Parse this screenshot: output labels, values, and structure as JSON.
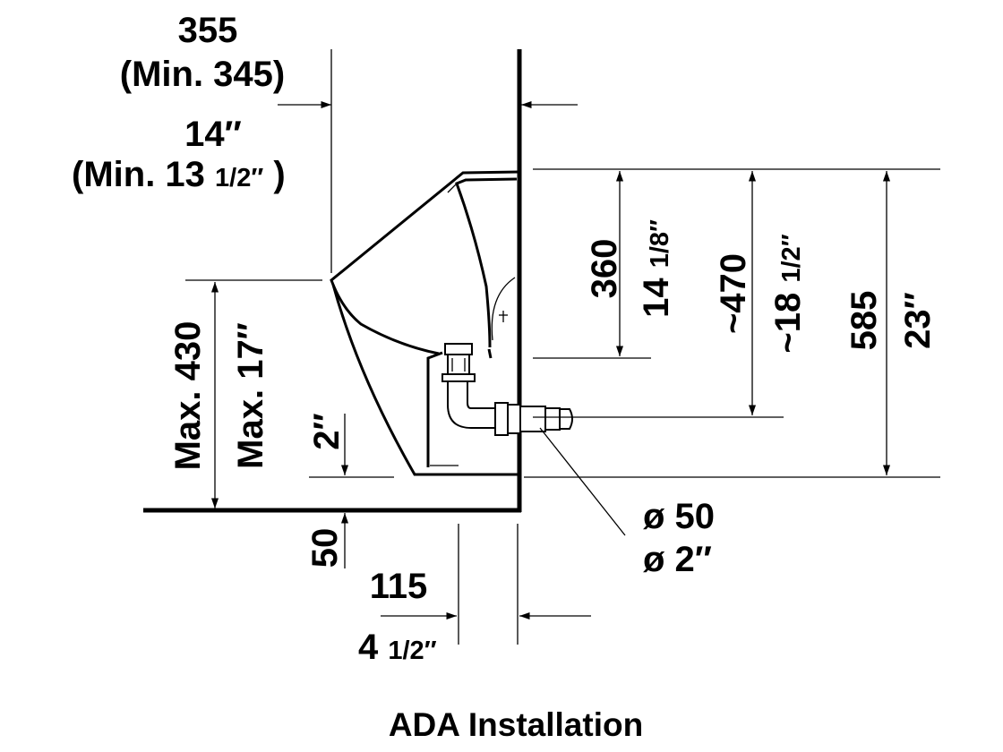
{
  "drawing": {
    "top_mm": "355",
    "top_mm_min": "(Min. 345)",
    "top_in": "14″",
    "top_in_min_open": "(Min. 13",
    "top_in_min_frac": "1/2″",
    "top_in_min_close": ")",
    "v360_mm": "360",
    "v360_in_whole": "14",
    "v360_in_frac": "1/8″",
    "v470_mm": "~470",
    "v470_in_whole": "~18",
    "v470_in_frac": "1/2″",
    "v585_mm": "585",
    "v585_in": "23″",
    "max430_mm": "Max. 430",
    "max430_in": "Max. 17″",
    "floor_2in": "2″",
    "floor_50": "50",
    "dia_mm": "ø 50",
    "dia_in": "ø 2″",
    "offset_mm": "115",
    "offset_in_whole": "4",
    "offset_in_frac": "1/2″",
    "caption": "ADA Installation"
  }
}
